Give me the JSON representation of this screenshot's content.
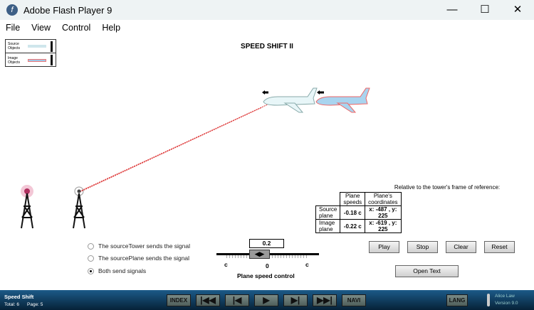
{
  "window": {
    "title": "Adobe Flash Player 9",
    "minimize": "—",
    "maximize": "☐",
    "close": "✕"
  },
  "menu": [
    "File",
    "View",
    "Control",
    "Help"
  ],
  "legend": {
    "source": "Source Objects",
    "image": "Image Objects"
  },
  "page_title": "SPEED SHIFT II",
  "reference": {
    "caption": "Relative to the tower's frame of reference:",
    "headers": [
      "Plane speeds",
      "Plane's coordinates"
    ],
    "rows": [
      {
        "label": "Source plane",
        "speed": "-0.18 c",
        "coords": "x: -487 , y: 225"
      },
      {
        "label": "Image plane",
        "speed": "-0.22 c",
        "coords": "x: -619 , y: 225"
      }
    ]
  },
  "options": [
    {
      "label": "The sourceTower sends the signal",
      "selected": false
    },
    {
      "label": "The sourcePlane sends the signal",
      "selected": false
    },
    {
      "label": "Both send signals",
      "selected": true
    }
  ],
  "slider": {
    "value": "0.2",
    "left": "c",
    "center": "0",
    "right": "c",
    "label": "Plane speed control"
  },
  "buttons": {
    "play": "Play",
    "stop": "Stop",
    "clear": "Clear",
    "reset": "Reset",
    "open_text": "Open Text"
  },
  "footer": {
    "title": "Speed Shift",
    "total": "Total: 6",
    "page": "Page: 5",
    "index": "INDEX",
    "navi": "NAVI",
    "lang": "LANG",
    "author": "Alice Law",
    "version": "Version 9.0"
  }
}
